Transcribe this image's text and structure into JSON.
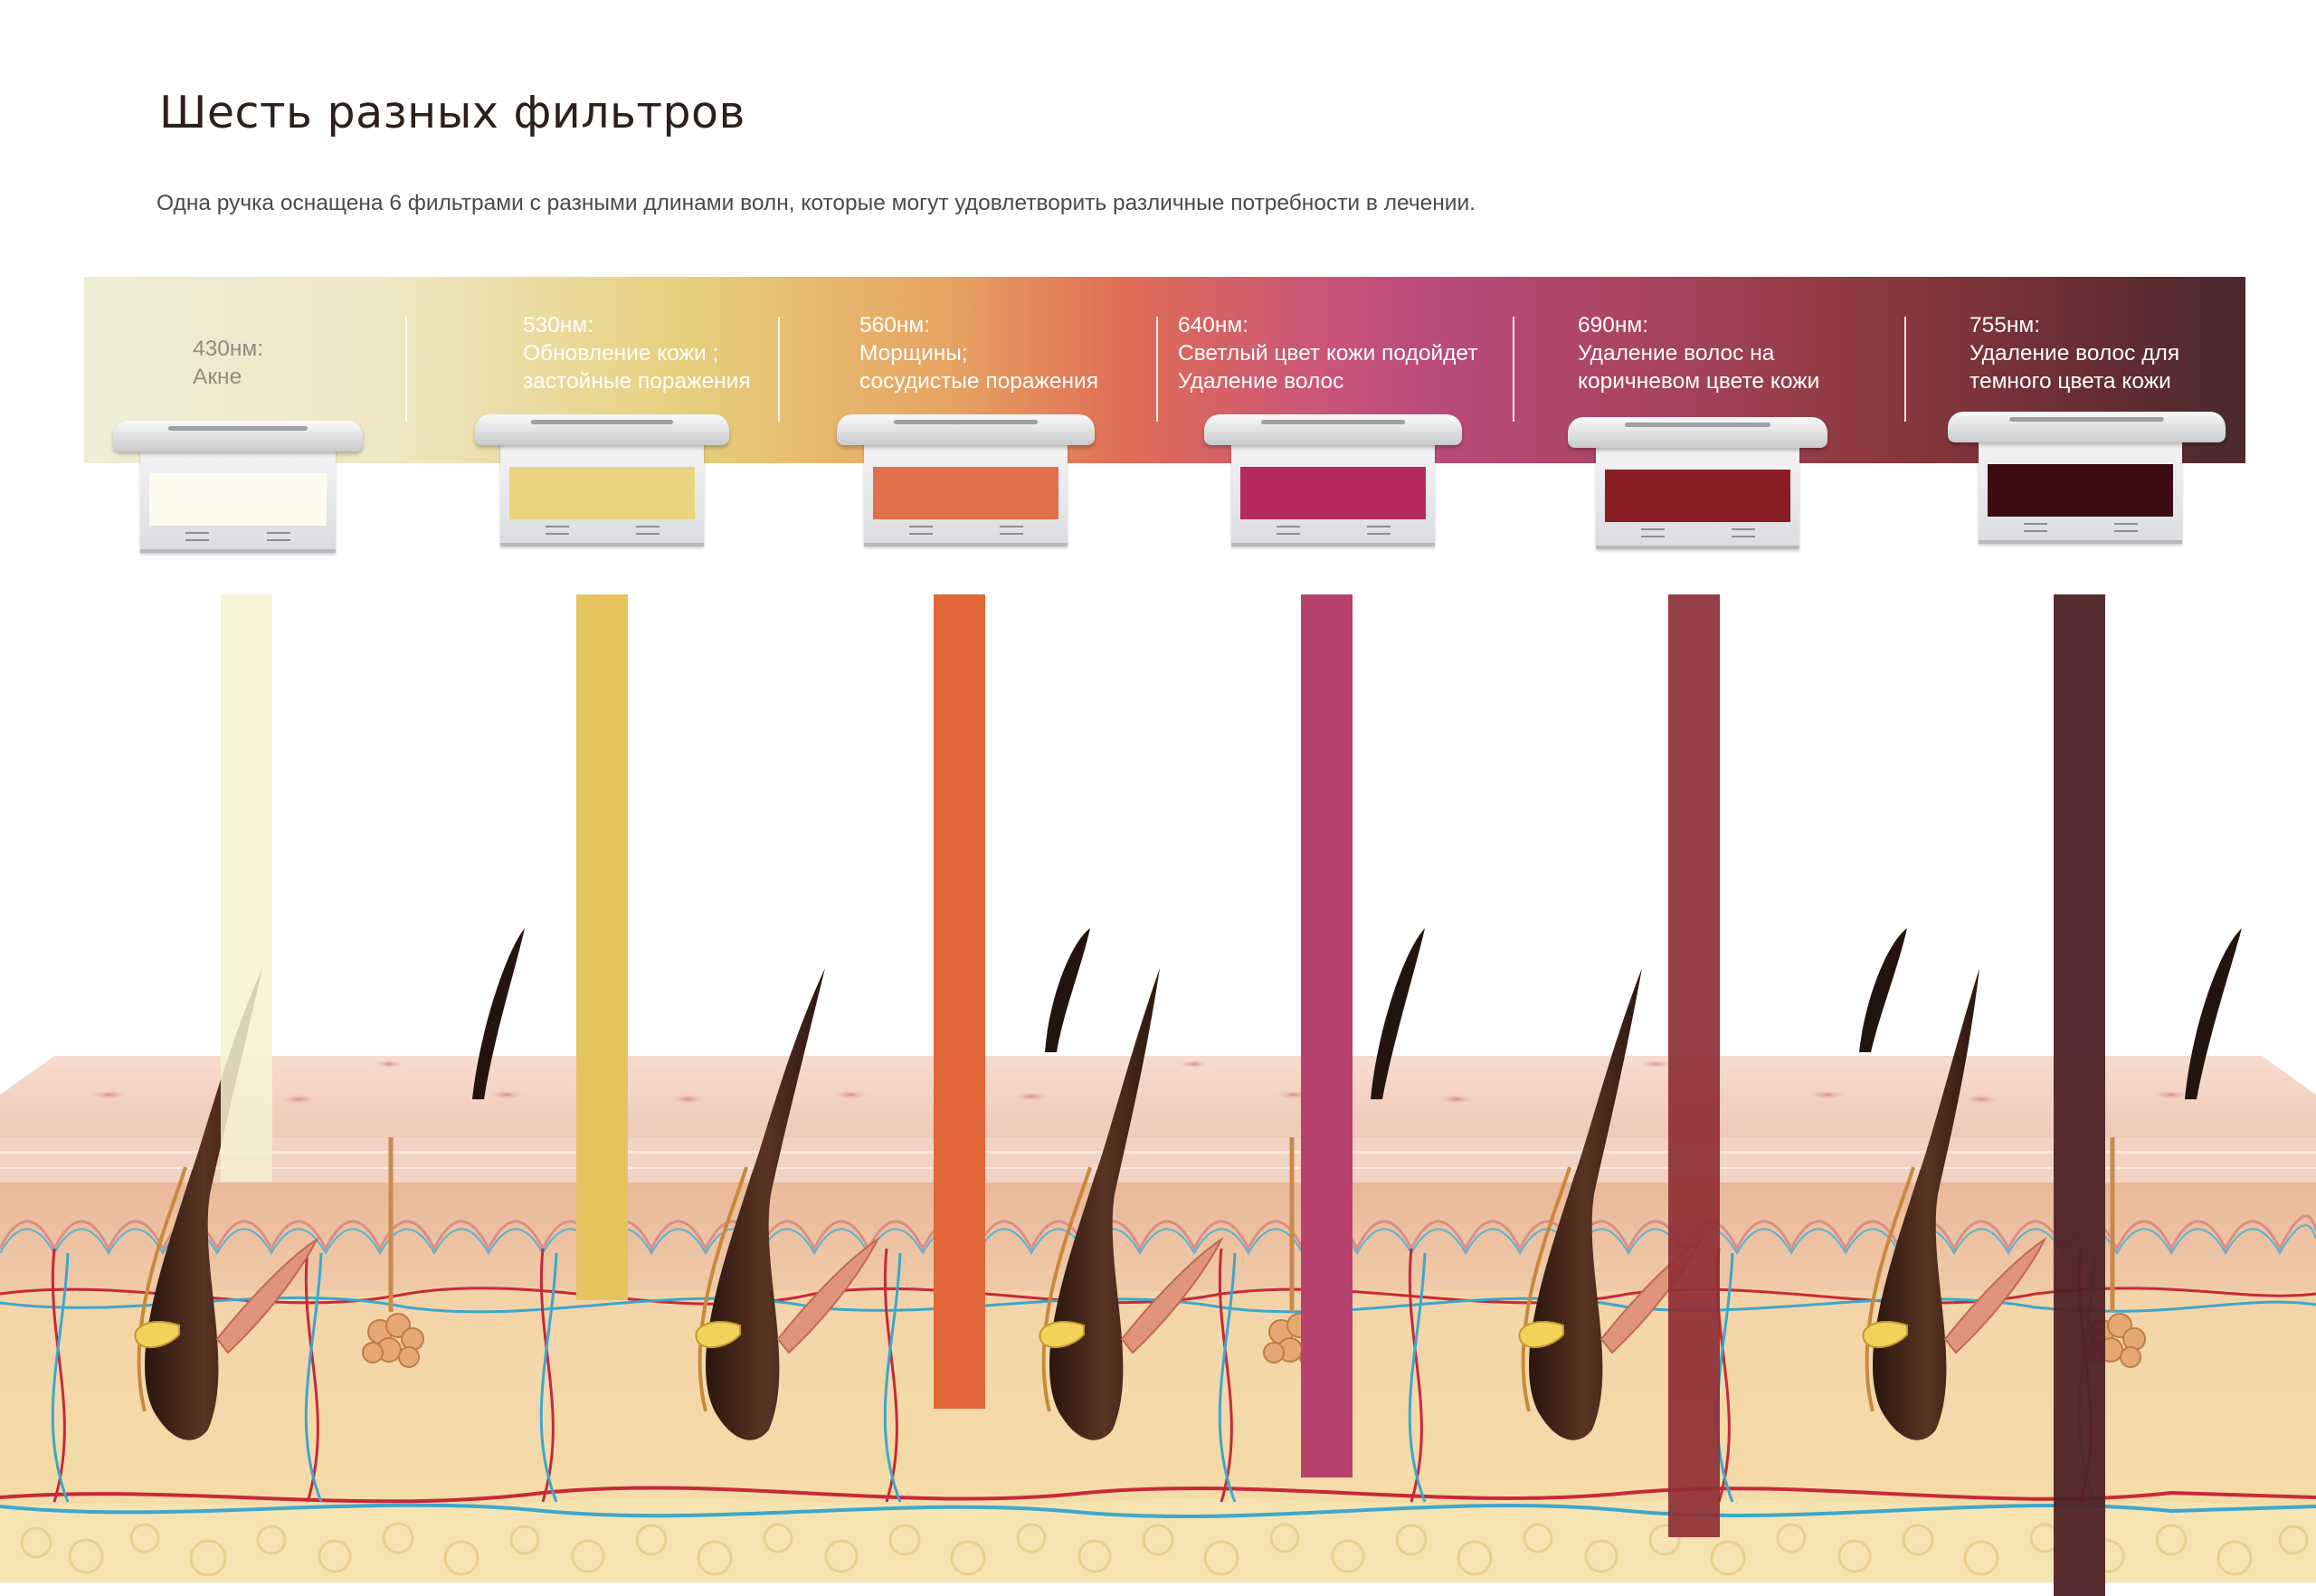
{
  "title": "Шесть разных фильтров",
  "subtitle": "Одна ручка оснащена 6 фильтрами с разными длинами волн, которые могут удовлетворить различные потребности в лечении.",
  "filters": [
    {
      "wavelength": "430нм:",
      "description": "Акне",
      "filter_color": "#fcfbee",
      "beam_color": "#f6f3cf"
    },
    {
      "wavelength": "530нм:",
      "description": "Обновление кожи ;\nзастойные поражения",
      "filter_color": "#ecd37f",
      "beam_color": "#e5c45e"
    },
    {
      "wavelength": "560нм:",
      "description": "Морщины;\nсосудистые поражения",
      "filter_color": "#e2704a",
      "beam_color": "#e0663a"
    },
    {
      "wavelength": "640нм:",
      "description": "Светлый цвет кожи подойдет\nУдаление волос",
      "filter_color": "#b42a5e",
      "beam_color": "#b8426e"
    },
    {
      "wavelength": "690нм:",
      "description": "Удаление волос на\nкоричневом цвете кожи",
      "filter_color": "#8a1c26",
      "beam_color": "#8e2f36"
    },
    {
      "wavelength": "755нм:",
      "description": "Удаление волос для\nтемного цвета кожи",
      "filter_color": "#3b0c10",
      "beam_color": "#4f2226"
    }
  ],
  "beam_depths_relative": [
    0.31,
    0.43,
    0.54,
    0.61,
    0.67,
    0.73
  ],
  "colors": {
    "skin_surface": "#f4d1c2",
    "epidermis": "#efc8b2",
    "dermis": "#e8b796",
    "subcutis": "#f2d6a6",
    "fat": "#f4e3b0",
    "artery": "#c8283a",
    "vein": "#3ca7cc",
    "hair": "#3a2118"
  }
}
